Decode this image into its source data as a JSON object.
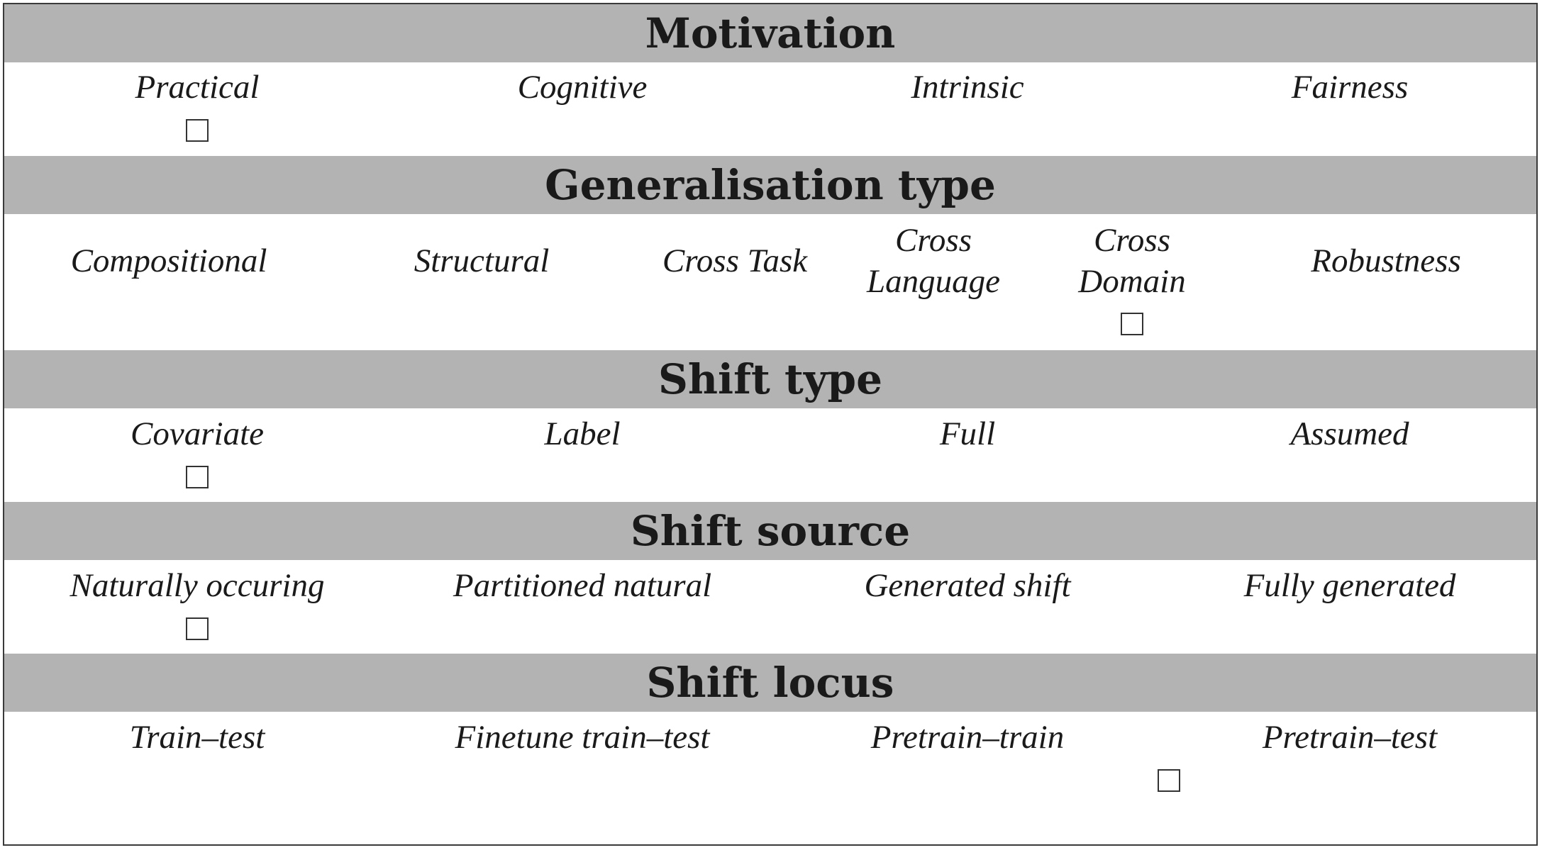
{
  "sections": [
    {
      "title": "Motivation",
      "items": [
        "Practical",
        "Cognitive",
        "Intrinsic",
        "Fairness"
      ]
    },
    {
      "title": "Generalisation type",
      "items": [
        "Compositional",
        "Structural",
        "Cross Task",
        "Cross Language",
        "Cross Domain",
        "Robustness"
      ]
    },
    {
      "title": "Shift type",
      "items": [
        "Covariate",
        "Label",
        "Full",
        "Assumed"
      ]
    },
    {
      "title": "Shift source",
      "items": [
        "Naturally occuring",
        "Partitioned natural",
        "Generated shift",
        "Fully generated"
      ]
    },
    {
      "title": "Shift locus",
      "items": [
        "Train–test",
        "Finetune train–test",
        "Pretrain–train",
        "Pretrain–test"
      ]
    }
  ],
  "generalisation_type_wrapped": {
    "cross_language": [
      "Cross",
      "Language"
    ],
    "cross_domain": [
      "Cross",
      "Domain"
    ]
  }
}
